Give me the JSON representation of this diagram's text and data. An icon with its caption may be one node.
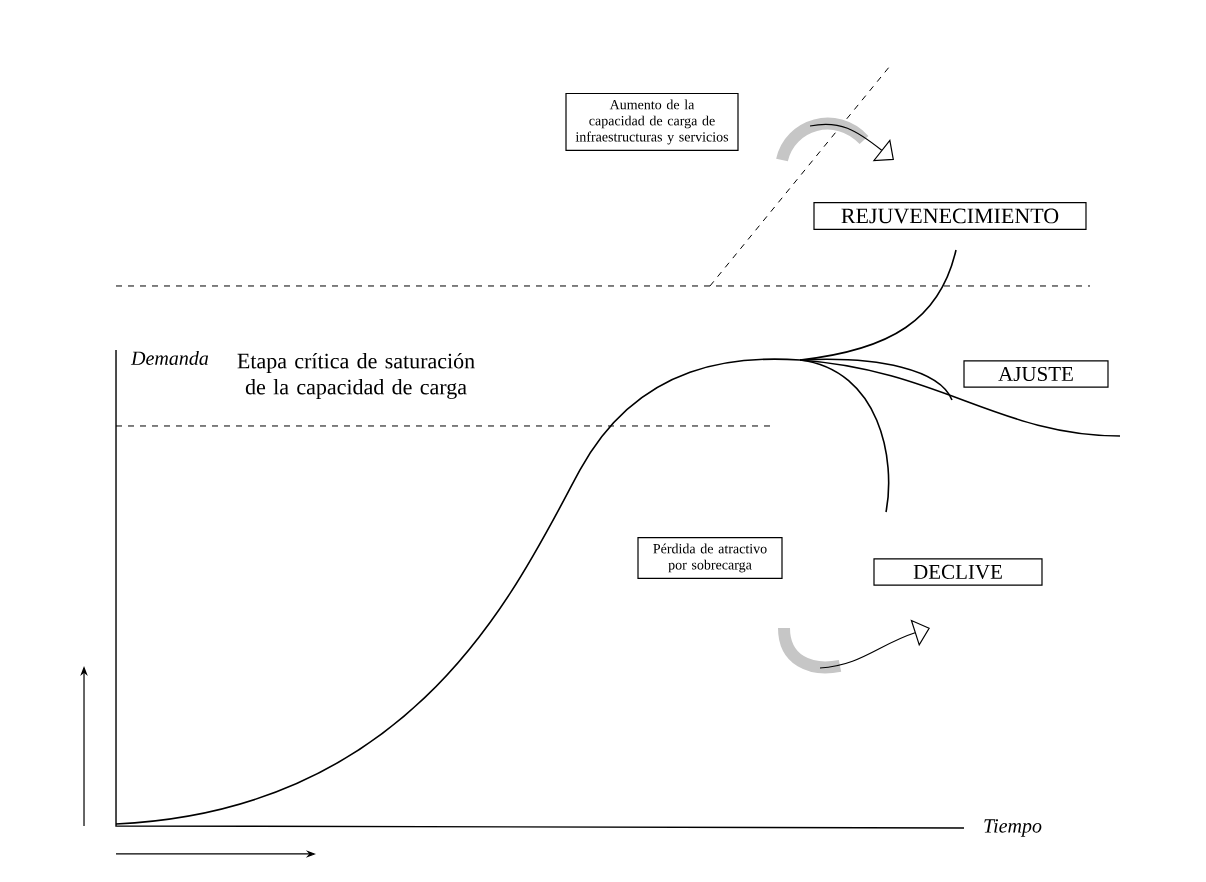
{
  "diagram": {
    "nodes": [
      {
        "text": [
          "Aumento de la capacidad de carga de infraestructuras y servicios"
        ]
      },
      {
        "text": [
          "REJUVENECIMIENTO"
        ]
      },
      {
        "text": [
          "AJUSTE"
        ]
      },
      {
        "text": [
          "Pérdida de atractivo por sobrecarga"
        ]
      },
      {
        "text": [
          "DECLIVE"
        ]
      }
    ],
    "labels": [
      "Demanda",
      "Etapa crítica de saturación de la capacidad de carga",
      "Tiempo"
    ]
  }
}
